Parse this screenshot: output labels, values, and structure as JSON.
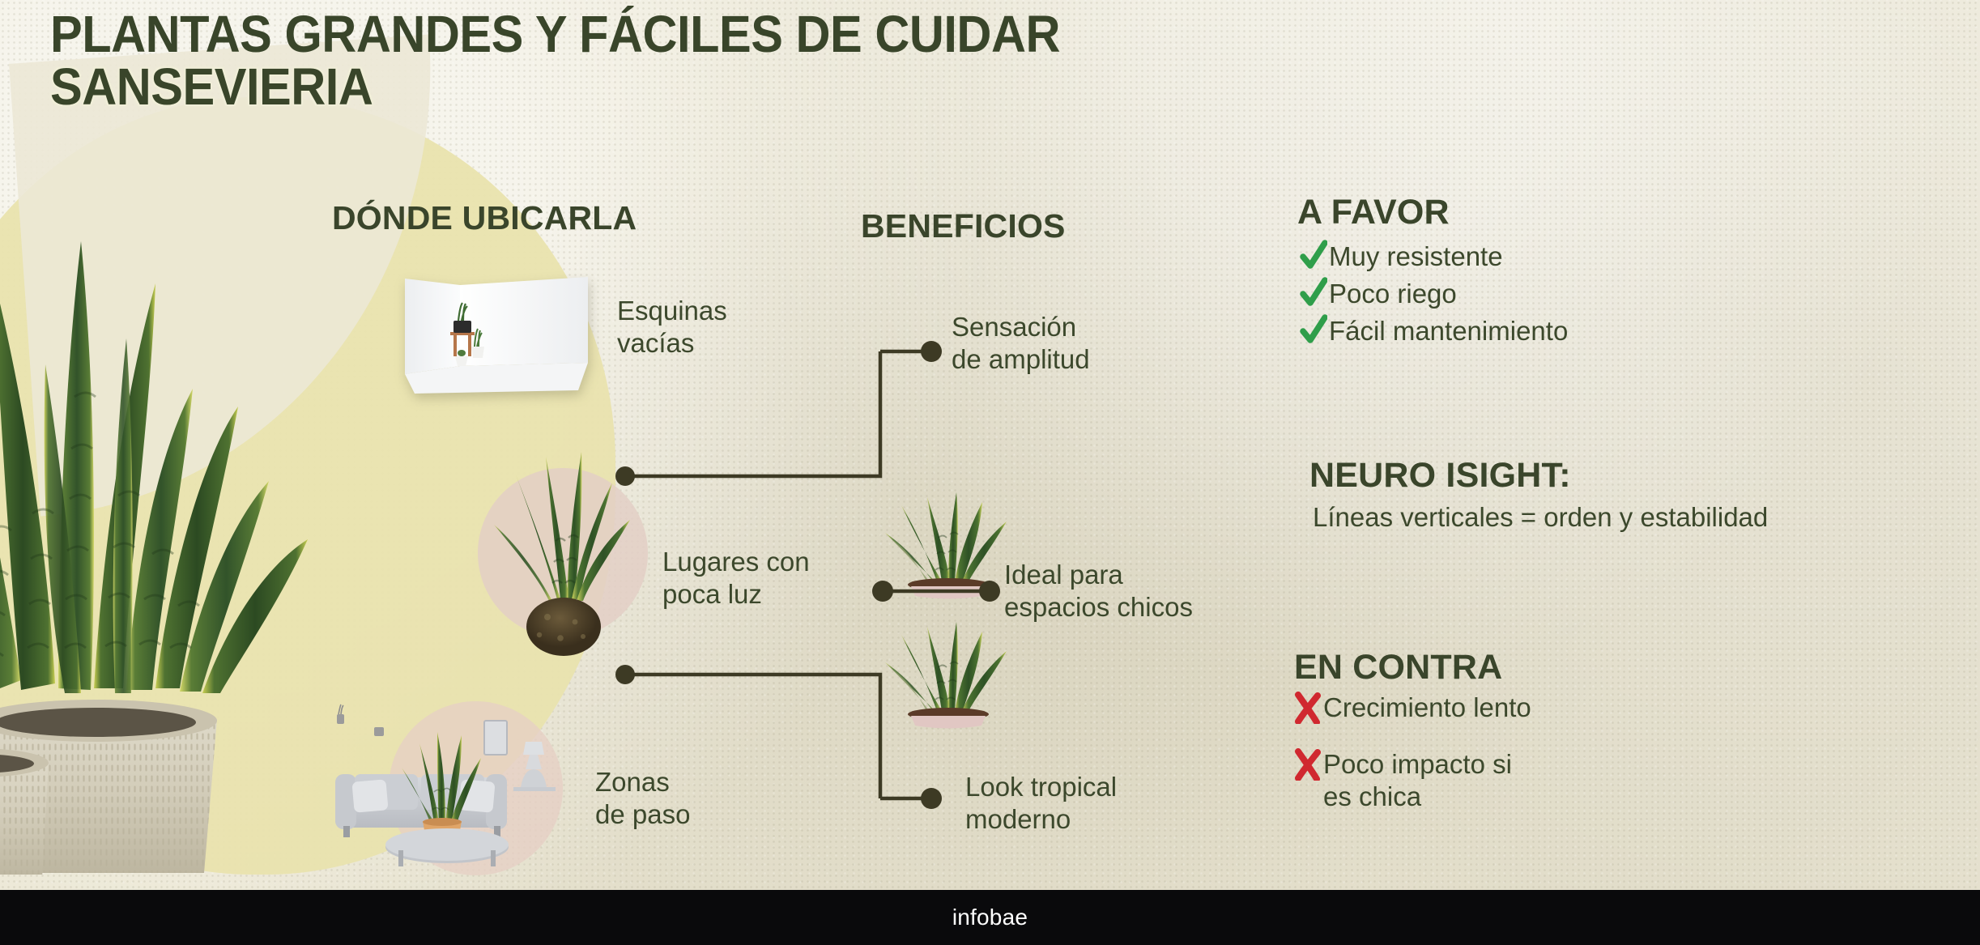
{
  "colors": {
    "background": "#ece8d6",
    "dark_green": "#3a452b",
    "text_green": "#3c482c",
    "check_green": "#2f9e4a",
    "cross_red": "#d0282f",
    "yellow_shape": "#e9e3ae",
    "pink_shape": "#e3cfc6",
    "connector": "#3d3a24",
    "footer_bg": "#0a0a0c"
  },
  "title": {
    "line1": "PLANTAS GRANDES Y FÁCILES DE CUIDAR",
    "line2": "SANSEVIERIA"
  },
  "sections": {
    "donde": {
      "heading": "DÓNDE UBICARLA",
      "items": [
        {
          "label": "Esquinas\nvacías",
          "image": "white-corner-room-with-small-plants-photo"
        },
        {
          "label": "Lugares con\npoca luz",
          "image": "kokedama-snake-plant-photo"
        },
        {
          "label": "Zonas\nde paso",
          "image": "living-room-sofa-with-snake-plant-photo"
        }
      ]
    },
    "beneficios": {
      "heading": "BENEFICIOS",
      "items": [
        {
          "label": "Sensación\nde amplitud"
        },
        {
          "label": "Ideal para\nespacios chicos"
        },
        {
          "label": "Look tropical\nmoderno"
        }
      ]
    },
    "a_favor": {
      "heading": "A FAVOR",
      "icon": "check-icon",
      "items": [
        "Muy resistente",
        "Poco riego",
        "Fácil mantenimiento"
      ]
    },
    "neuro": {
      "heading": "NEURO ISIGHT:",
      "subtitle": "Líneas verticales = orden y estabilidad"
    },
    "en_contra": {
      "heading": "EN CONTRA",
      "icon": "cross-icon",
      "items": [
        "Crecimiento lento",
        "Poco impacto si\nes chica"
      ]
    }
  },
  "footer": {
    "logo": "infobae"
  }
}
